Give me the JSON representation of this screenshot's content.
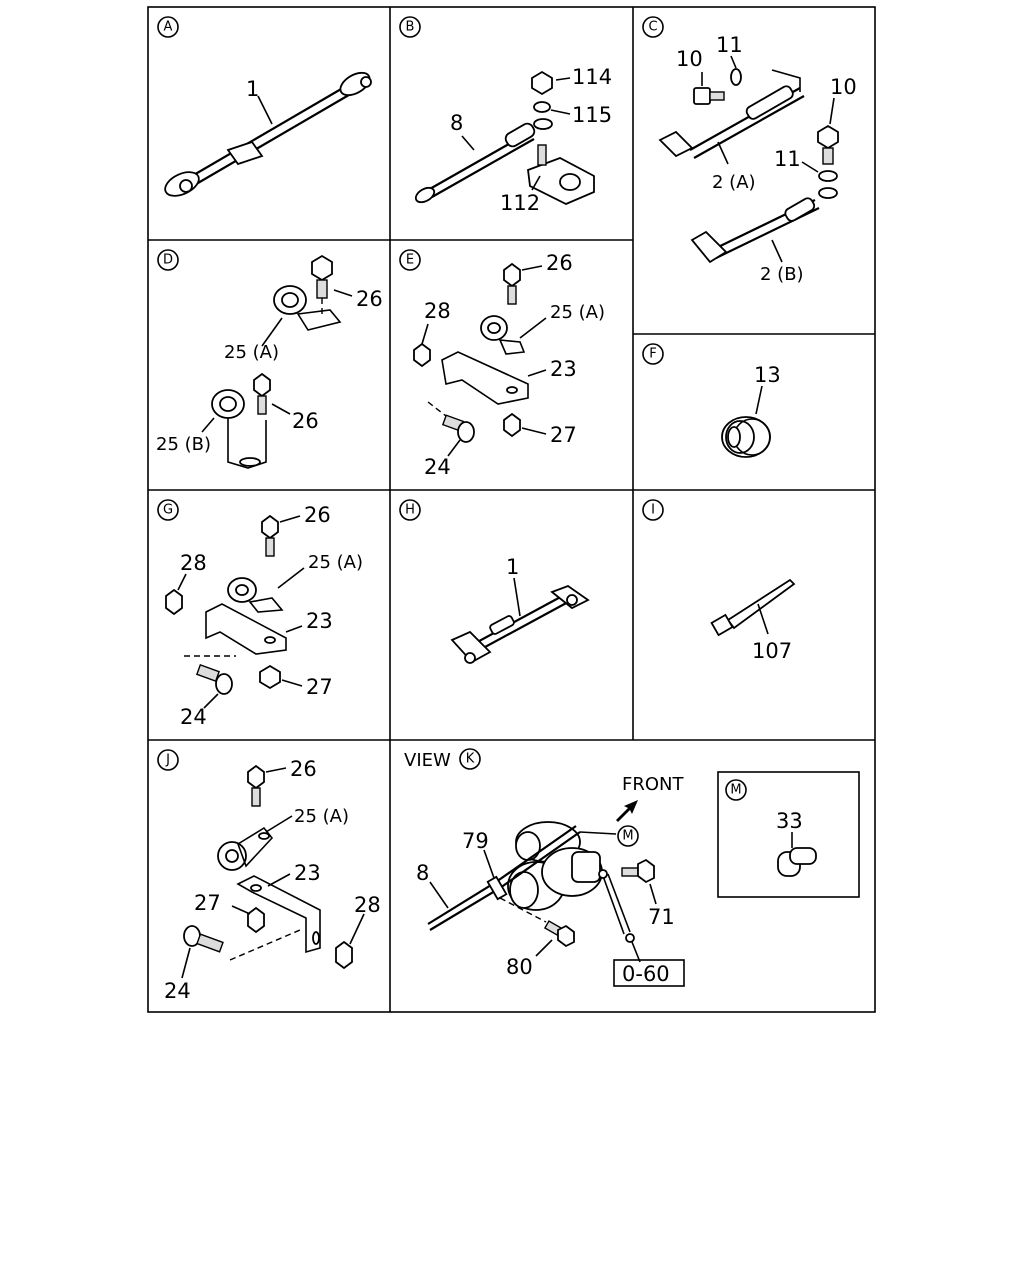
{
  "panels": {
    "A": {
      "letter": "A",
      "labels": [
        "1"
      ]
    },
    "B": {
      "letter": "B",
      "labels": [
        "114",
        "115",
        "8",
        "112"
      ]
    },
    "C": {
      "letter": "C",
      "labels": [
        "10",
        "11",
        "10",
        "11",
        "2 (A)",
        "2 (B)"
      ]
    },
    "D": {
      "letter": "D",
      "labels": [
        "26",
        "25 (A)",
        "26",
        "25 (B)"
      ]
    },
    "E": {
      "letter": "E",
      "labels": [
        "26",
        "28",
        "25 (A)",
        "23",
        "27",
        "24"
      ]
    },
    "F": {
      "letter": "F",
      "labels": [
        "13"
      ]
    },
    "G": {
      "letter": "G",
      "labels": [
        "26",
        "28",
        "25 (A)",
        "23",
        "27",
        "24"
      ]
    },
    "H": {
      "letter": "H",
      "labels": [
        "1"
      ]
    },
    "I": {
      "letter": "I",
      "labels": [
        "107"
      ]
    },
    "J": {
      "letter": "J",
      "labels": [
        "26",
        "25 (A)",
        "23",
        "27",
        "28",
        "24"
      ]
    },
    "K": {
      "letter": "K",
      "view_text": "VIEW",
      "front_text": "FRONT",
      "callout": "M",
      "labels": [
        "79",
        "8",
        "71",
        "80"
      ],
      "ref_box": "0-60"
    },
    "M": {
      "letter": "M",
      "labels": [
        "33"
      ]
    }
  }
}
